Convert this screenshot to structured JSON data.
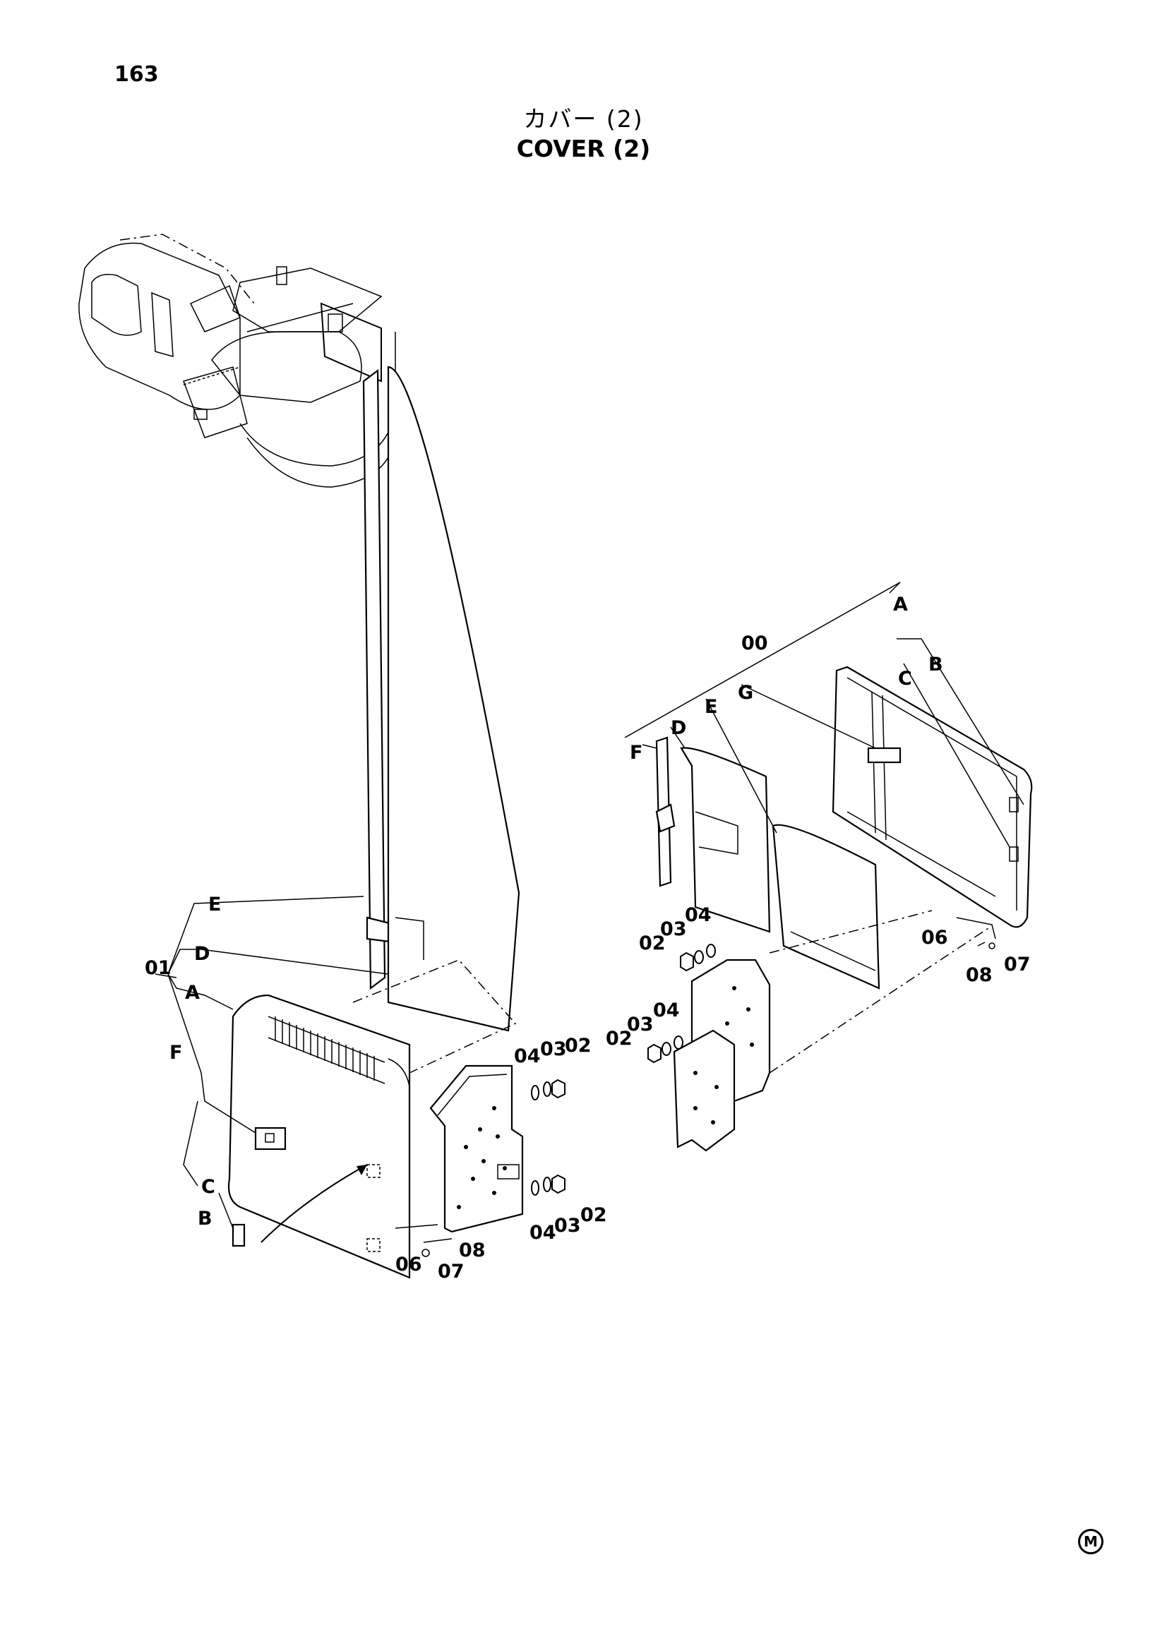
{
  "page": {
    "number": "163",
    "title_jp": "カバー (2)",
    "title_en": "COVER (2)",
    "corner_mark": "M"
  },
  "labels": {
    "l01": "01",
    "lE": "E",
    "lD": "D",
    "lA": "A",
    "lF": "F",
    "lC": "C",
    "lB": "B",
    "l04a": "04",
    "l03a": "03",
    "l02a": "02",
    "l04b": "04",
    "l03b": "03",
    "l02b": "02",
    "l06a": "06",
    "l07a": "07",
    "l08a": "08",
    "r00": "00",
    "rA": "A",
    "rB": "B",
    "rC": "C",
    "rG": "G",
    "rE": "E",
    "rD": "D",
    "rF": "F",
    "r02a": "02",
    "r03a": "03",
    "r04a": "04",
    "r02b": "02",
    "r03b": "03",
    "r04b": "04",
    "r06": "06",
    "r07": "07",
    "r08": "08"
  }
}
